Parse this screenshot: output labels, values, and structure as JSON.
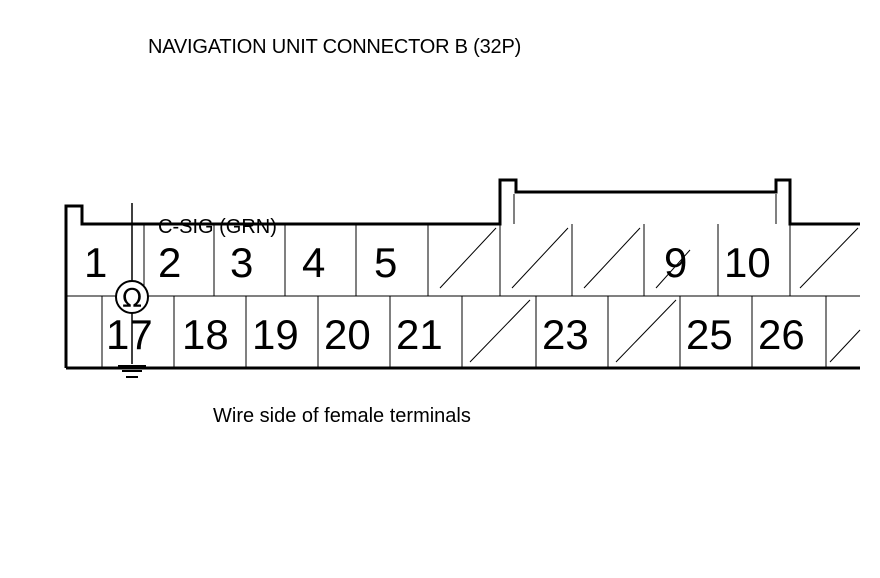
{
  "title": "NAVIGATION UNIT CONNECTOR B (32P)",
  "caption": "Wire side of female terminals",
  "wire_label": "C-SIG (GRN)",
  "meter_icon": "ohm-meter-icon",
  "ground_icon": "ground-icon",
  "top_row": [
    {
      "pin": "1"
    },
    {
      "pin": "2"
    },
    {
      "pin": "3"
    },
    {
      "pin": "4"
    },
    {
      "pin": "5"
    },
    {
      "pin": ""
    },
    {
      "pin": ""
    },
    {
      "pin": ""
    },
    {
      "pin": ""
    },
    {
      "pin": "9"
    },
    {
      "pin": "10"
    },
    {
      "pin": ""
    }
  ],
  "bottom_row": [
    {
      "pin": ""
    },
    {
      "pin": "17"
    },
    {
      "pin": "18"
    },
    {
      "pin": "19"
    },
    {
      "pin": "20"
    },
    {
      "pin": "21"
    },
    {
      "pin": ""
    },
    {
      "pin": "23"
    },
    {
      "pin": ""
    },
    {
      "pin": "25"
    },
    {
      "pin": "26"
    },
    {
      "pin": ""
    }
  ]
}
